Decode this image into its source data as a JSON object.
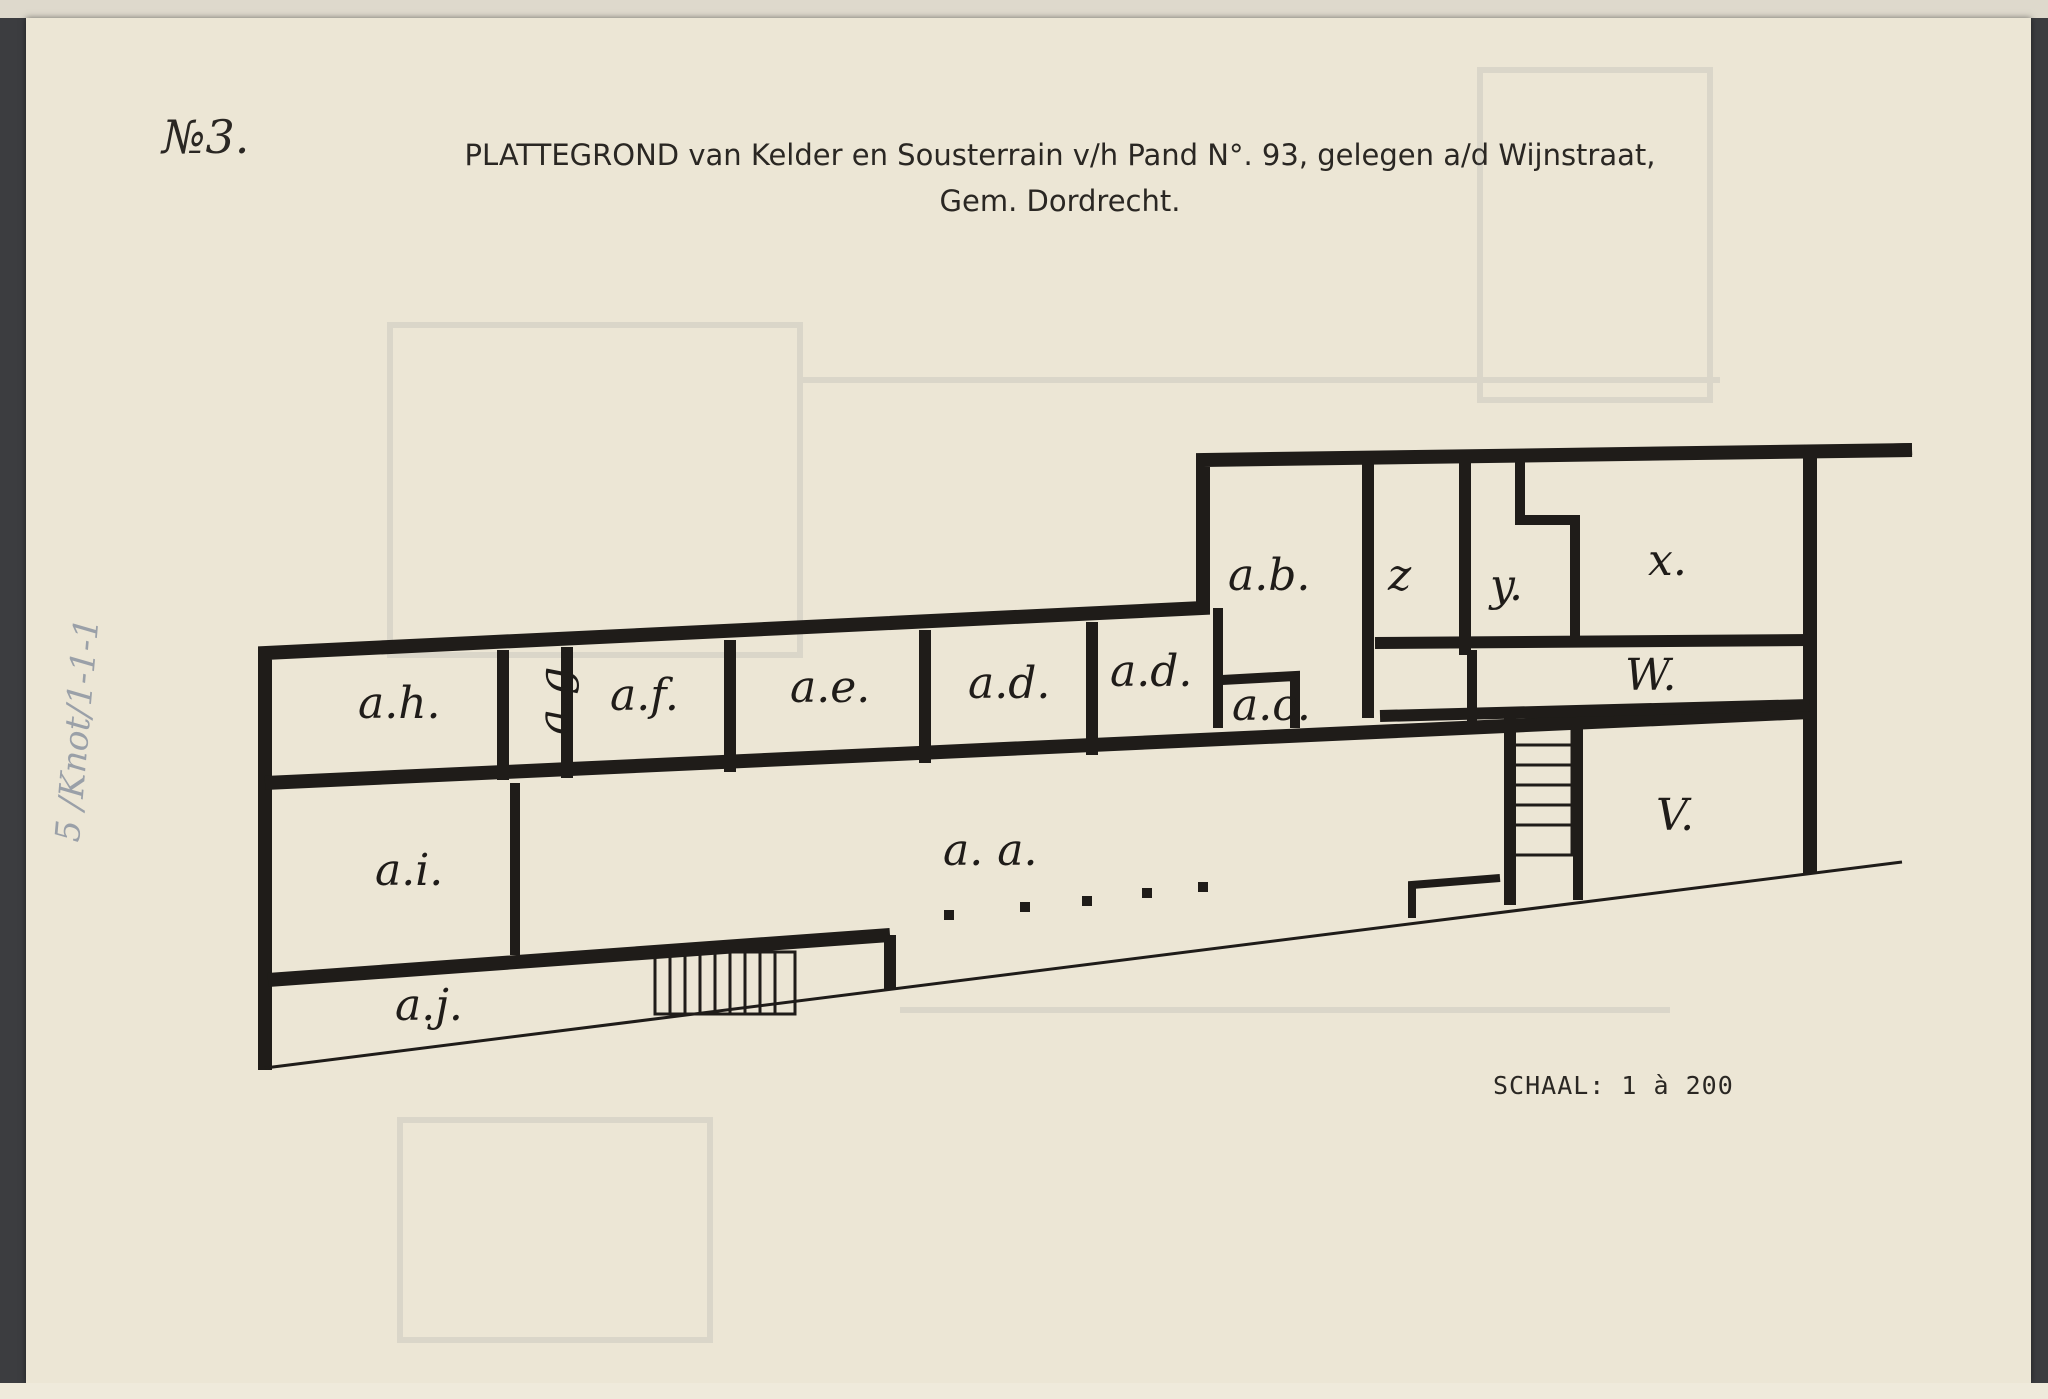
{
  "sheet_number": "№3.",
  "title_line1": "PLATTEGROND van Kelder en Sousterrain v/h Pand N°. 93, gelegen a/d Wijnstraat,",
  "title_line2": "Gem. Dordrecht.",
  "scale": "SCHAAL: 1 à 200",
  "margin_note": "5 /Knot/1-1-1",
  "rooms": {
    "ah": "a.h.",
    "ag": "a.g.",
    "af": "a.f.",
    "ae": "a.e.",
    "ad1": "a.d.",
    "ad2": "a.d.",
    "ac": "a.c.",
    "ab": "a.b.",
    "z": "z",
    "y": "y.",
    "x": "x.",
    "w": "W.",
    "v": "V.",
    "ai": "a.i.",
    "aa": "a. a.",
    "aj": "a.j."
  },
  "colors": {
    "paper": "#ece6d5",
    "ink": "#1f1c19",
    "background": "#3c3d40"
  }
}
